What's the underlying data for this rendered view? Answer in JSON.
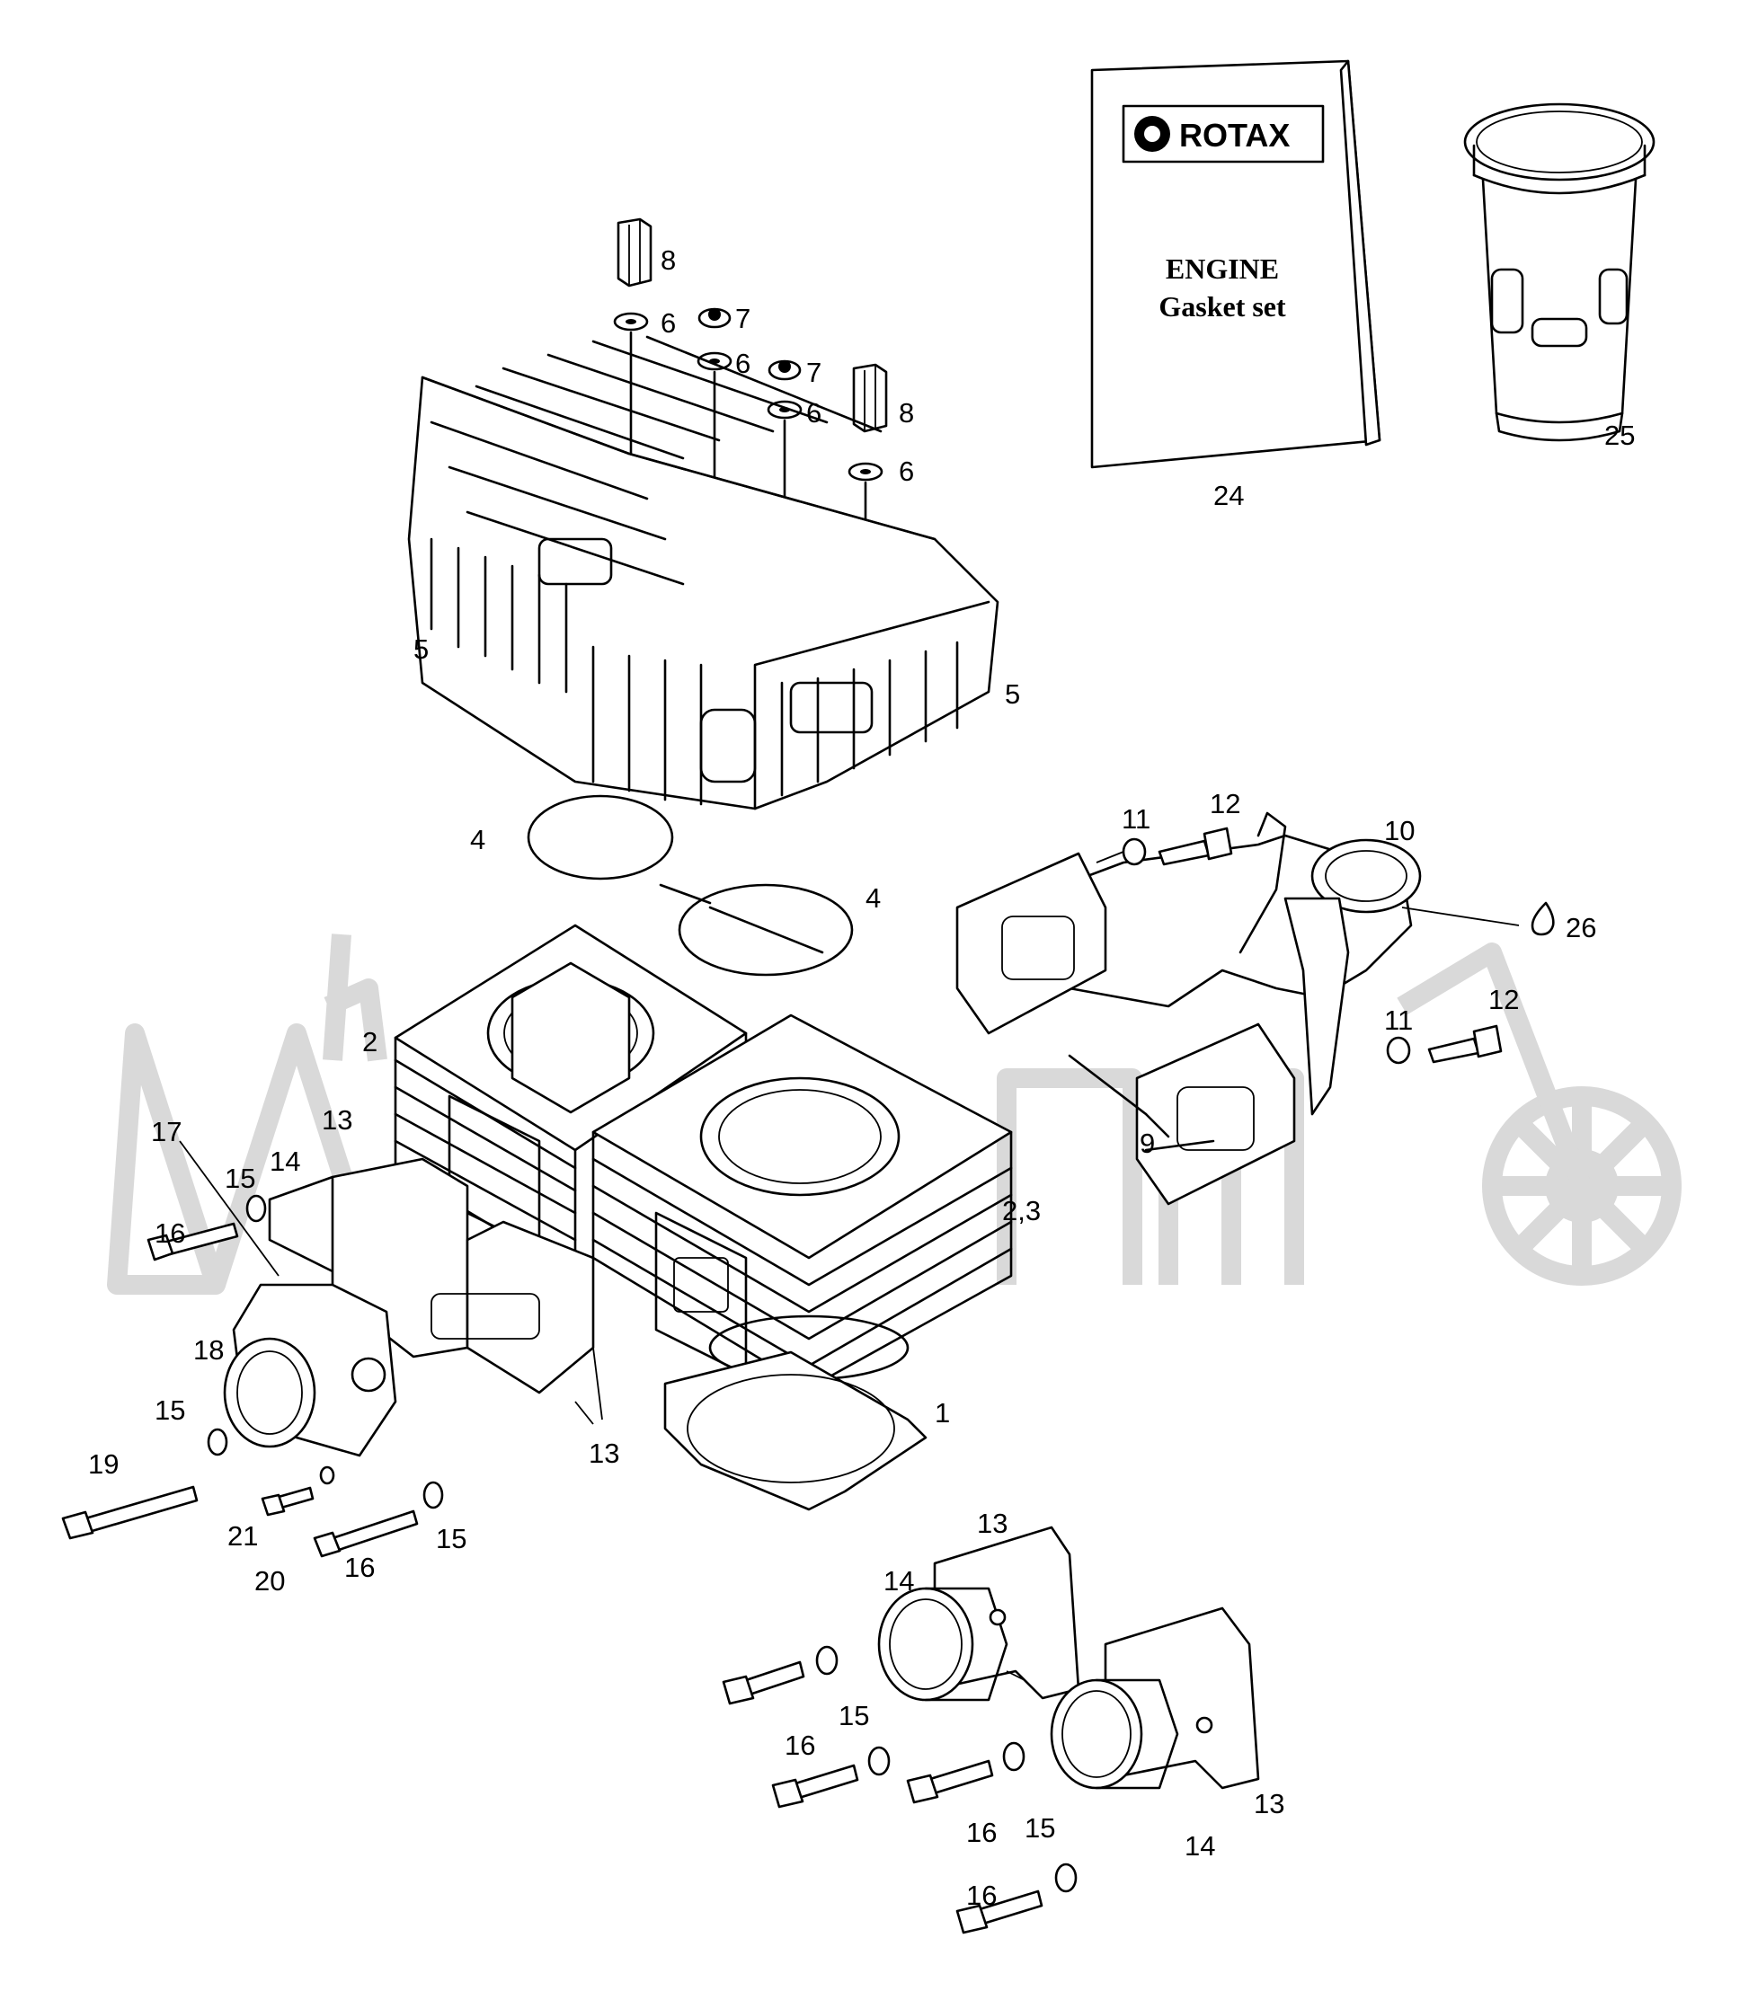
{
  "manual": {
    "brand": "ROTAX",
    "title_line1": "ENGINE",
    "title_line2": "Gasket set"
  },
  "callouts": {
    "c8a": "8",
    "c6a": "6",
    "c7a": "7",
    "c6b": "6",
    "c7b": "7",
    "c6c": "6",
    "c8b": "8",
    "c6d": "6",
    "c24": "24",
    "c25": "25",
    "c5a": "5",
    "c5b": "5",
    "c4a": "4",
    "c4b": "4",
    "c11a": "11",
    "c12a": "12",
    "c10": "10",
    "c26": "26",
    "c11b": "11",
    "c12b": "12",
    "c2": "2",
    "c9": "9",
    "c23": "2,3",
    "c17": "17",
    "c13a": "13",
    "c15a": "15",
    "c14a": "14",
    "c16a": "16",
    "c18": "18",
    "c15b": "15",
    "c19": "19",
    "c21": "21",
    "c20": "20",
    "c16b": "16",
    "c15c": "15",
    "c13b": "13",
    "c1": "1",
    "c13c": "13",
    "c14b": "14",
    "c15d": "15",
    "c16c": "16",
    "c16d": "16",
    "c15e": "15",
    "c13d": "13",
    "c14c": "14",
    "c16e": "16"
  },
  "colors": {
    "ink": "#000000",
    "watermark": "#d9d9d9",
    "background": "#ffffff"
  }
}
